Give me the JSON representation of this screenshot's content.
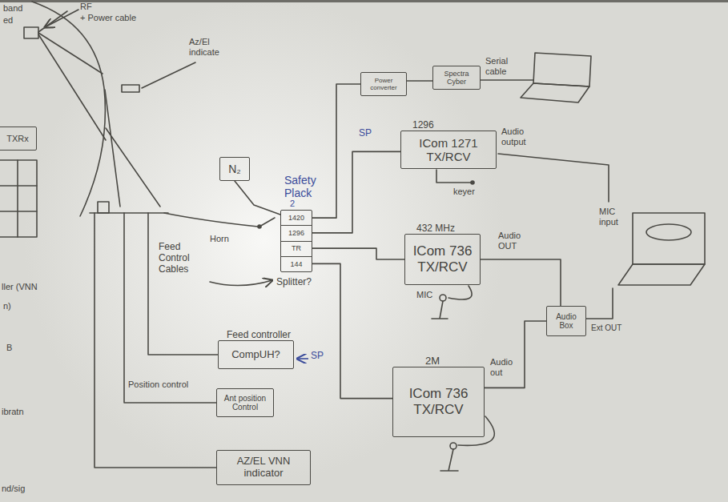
{
  "diagram": {
    "nodes": [
      {
        "text": [
          "Power converter"
        ]
      },
      {
        "text": [
          "Spectra Cyber"
        ]
      },
      {
        "text": [
          "TXRx"
        ]
      },
      {
        "text": [
          "1296",
          "ICom 1271 TX/RCV"
        ]
      },
      {
        "text": [
          "N₂"
        ]
      },
      {
        "text": [
          "Safety Plack",
          "1420",
          "1296",
          "TR",
          "144"
        ]
      },
      {
        "text": [
          "432 MHz",
          "ICom 736 TX/RCV"
        ]
      },
      {
        "text": [
          "Audio Box"
        ]
      },
      {
        "text": [
          "Feed controller",
          "CompUH?"
        ]
      },
      {
        "text": [
          "2M",
          "ICom 736 TX/RCV"
        ]
      },
      {
        "text": [
          "Ant position Control"
        ]
      },
      {
        "text": [
          "AZ/EL VNN indicator"
        ]
      }
    ],
    "edges": [
      {
        "from": 5,
        "to": 0,
        "arrow": "none"
      },
      {
        "from": 0,
        "to": 1,
        "arrow": "none"
      },
      {
        "from": 5,
        "to": 3,
        "arrow": "none"
      },
      {
        "from": 5,
        "to": 6,
        "arrow": "none"
      },
      {
        "from": 5,
        "to": 9,
        "arrow": "none"
      },
      {
        "from": 6,
        "to": 7,
        "label": "Audio OUT",
        "arrow": "none"
      },
      {
        "from": 9,
        "to": 7,
        "label": "Audio out",
        "arrow": "none"
      },
      {
        "from": 4,
        "to": 5,
        "arrow": "none"
      }
    ],
    "labels": [
      "band",
      "ed",
      "RF",
      "+ Power cable",
      "Az/El indicate",
      "ller (VNN",
      "n)",
      "B",
      "ibratn",
      "nd/sig",
      "Feed Control Cables",
      "Position control",
      "Horn",
      "2",
      "Splitter?",
      "SP",
      "SP",
      "Serial cable",
      "Audio output",
      "keyer",
      "MIC input",
      "MIC",
      "Ext OUT"
    ]
  }
}
